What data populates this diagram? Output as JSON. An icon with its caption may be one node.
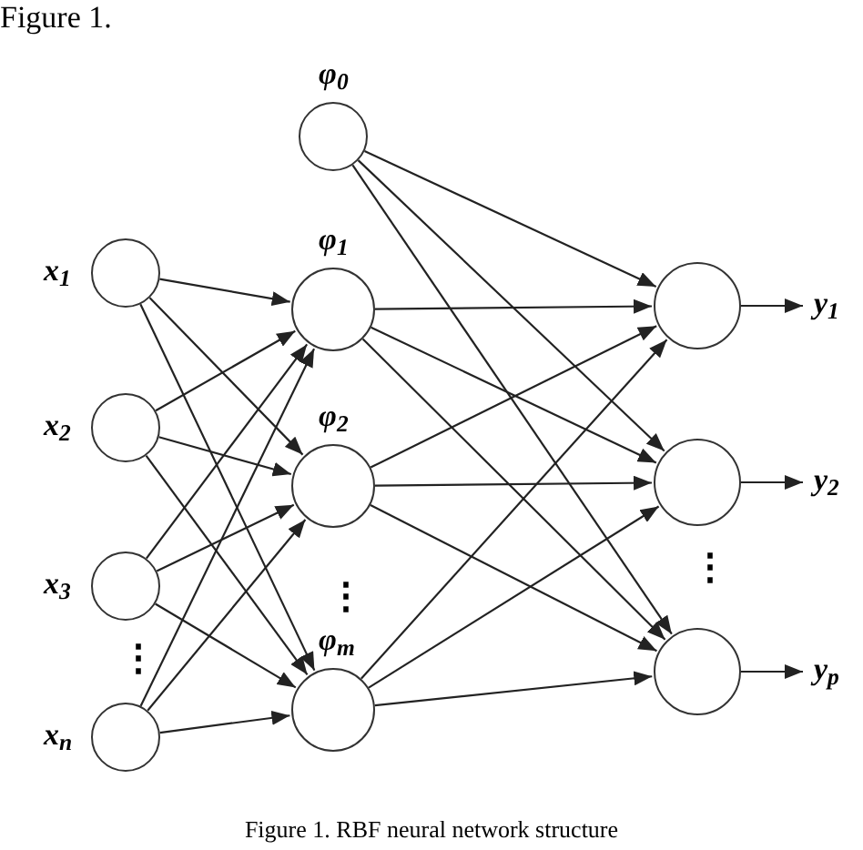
{
  "diagram": {
    "caption": "Figure 1. RBF neural network structure",
    "nodes": [
      {
        "text": [],
        "shape": "circle",
        "beside": [
          "x$_{1}$"
        ]
      },
      {
        "text": [],
        "shape": "circle",
        "beside": [
          "x$_{2}$"
        ]
      },
      {
        "text": [],
        "shape": "circle",
        "beside": [
          "x$_{3}$"
        ]
      },
      {
        "text": [],
        "shape": "circle",
        "beside": [
          "x$_{n}$"
        ]
      },
      {
        "text": [],
        "shape": "circle",
        "beside": [
          "φ$_{0}$"
        ]
      },
      {
        "text": [],
        "shape": "circle",
        "beside": [
          "φ$_{1}$"
        ]
      },
      {
        "text": [],
        "shape": "circle",
        "beside": [
          "φ$_{2}$"
        ]
      },
      {
        "text": [],
        "shape": "circle",
        "beside": [
          "φ$_{m}$"
        ]
      },
      {
        "text": [],
        "shape": "circle"
      },
      {
        "text": [],
        "shape": "circle"
      },
      {
        "text": [],
        "shape": "circle"
      }
    ],
    "edges": [
      {
        "from": 0,
        "to": 5,
        "arrow": "to"
      },
      {
        "from": 0,
        "to": 6,
        "arrow": "to"
      },
      {
        "from": 0,
        "to": 7,
        "arrow": "to"
      },
      {
        "from": 1,
        "to": 5,
        "arrow": "to"
      },
      {
        "from": 1,
        "to": 6,
        "arrow": "to"
      },
      {
        "from": 1,
        "to": 7,
        "arrow": "to"
      },
      {
        "from": 2,
        "to": 5,
        "arrow": "to"
      },
      {
        "from": 2,
        "to": 6,
        "arrow": "to"
      },
      {
        "from": 2,
        "to": 7,
        "arrow": "to"
      },
      {
        "from": 3,
        "to": 5,
        "arrow": "to"
      },
      {
        "from": 3,
        "to": 6,
        "arrow": "to"
      },
      {
        "from": 3,
        "to": 7,
        "arrow": "to"
      },
      {
        "from": 4,
        "to": 8,
        "arrow": "to"
      },
      {
        "from": 4,
        "to": 9,
        "arrow": "to"
      },
      {
        "from": 4,
        "to": 10,
        "arrow": "to"
      },
      {
        "from": 5,
        "to": 8,
        "arrow": "to"
      },
      {
        "from": 5,
        "to": 9,
        "arrow": "to"
      },
      {
        "from": 5,
        "to": 10,
        "arrow": "to"
      },
      {
        "from": 6,
        "to": 8,
        "arrow": "to"
      },
      {
        "from": 6,
        "to": 9,
        "arrow": "to"
      },
      {
        "from": 6,
        "to": 10,
        "arrow": "to"
      },
      {
        "from": 7,
        "to": 8,
        "arrow": "to"
      },
      {
        "from": 7,
        "to": 9,
        "arrow": "to"
      },
      {
        "from": 7,
        "to": 10,
        "arrow": "to"
      },
      {
        "from": 8,
        "to": null,
        "arrow": "to",
        "label": "y$_{1}$"
      },
      {
        "from": 9,
        "to": null,
        "arrow": "to",
        "label": "y$_{2}$"
      },
      {
        "from": 10,
        "to": null,
        "arrow": "to",
        "label": "y$_{p}$"
      }
    ],
    "labels": [
      "Figure 1.",
      "⋮",
      "⋮",
      "⋮"
    ]
  }
}
